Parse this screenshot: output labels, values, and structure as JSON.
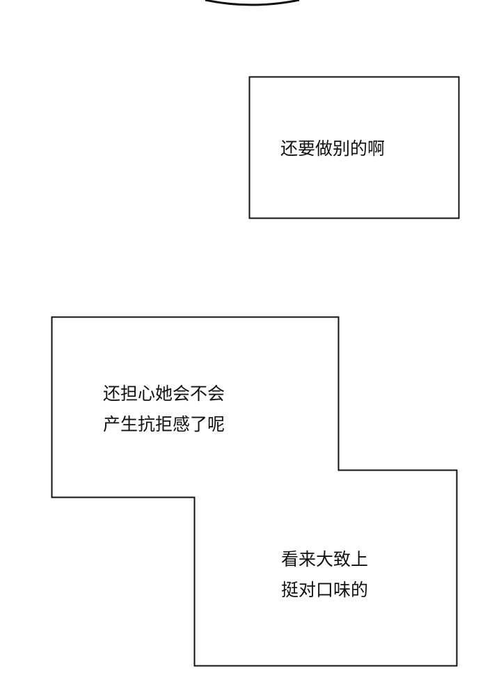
{
  "caption_box_1": {
    "lines": [
      "还要做别的啊"
    ]
  },
  "caption_box_2": {
    "lines": [
      "还担心她会不会",
      "产生抗拒感了呢"
    ]
  },
  "caption_box_3": {
    "lines": [
      "看来大致上",
      "挺对口味的"
    ]
  },
  "colors": {
    "background": "#ffffff",
    "border": "#111111",
    "text": "#111111"
  }
}
